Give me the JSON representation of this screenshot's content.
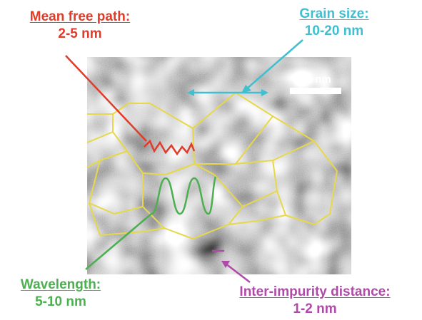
{
  "colors": {
    "mean_free_path": "#e03c2b",
    "grain_size": "#3fbfcf",
    "wavelength": "#4caf50",
    "impurity": "#b04aa8",
    "grain_boundary": "#e6d84a",
    "scale_bar": "#ffffff"
  },
  "labels": {
    "mean_free_path": {
      "title": "Mean free path:",
      "value": "2-5 nm"
    },
    "grain_size": {
      "title": "Grain size:",
      "value": "10-20 nm"
    },
    "wavelength": {
      "title": "Wavelength:",
      "value": "5-10 nm"
    },
    "impurity": {
      "title": "Inter-impurity distance:",
      "value": "1-2 nm"
    }
  },
  "micrograph": {
    "scale_bar_label": "10 nm"
  }
}
